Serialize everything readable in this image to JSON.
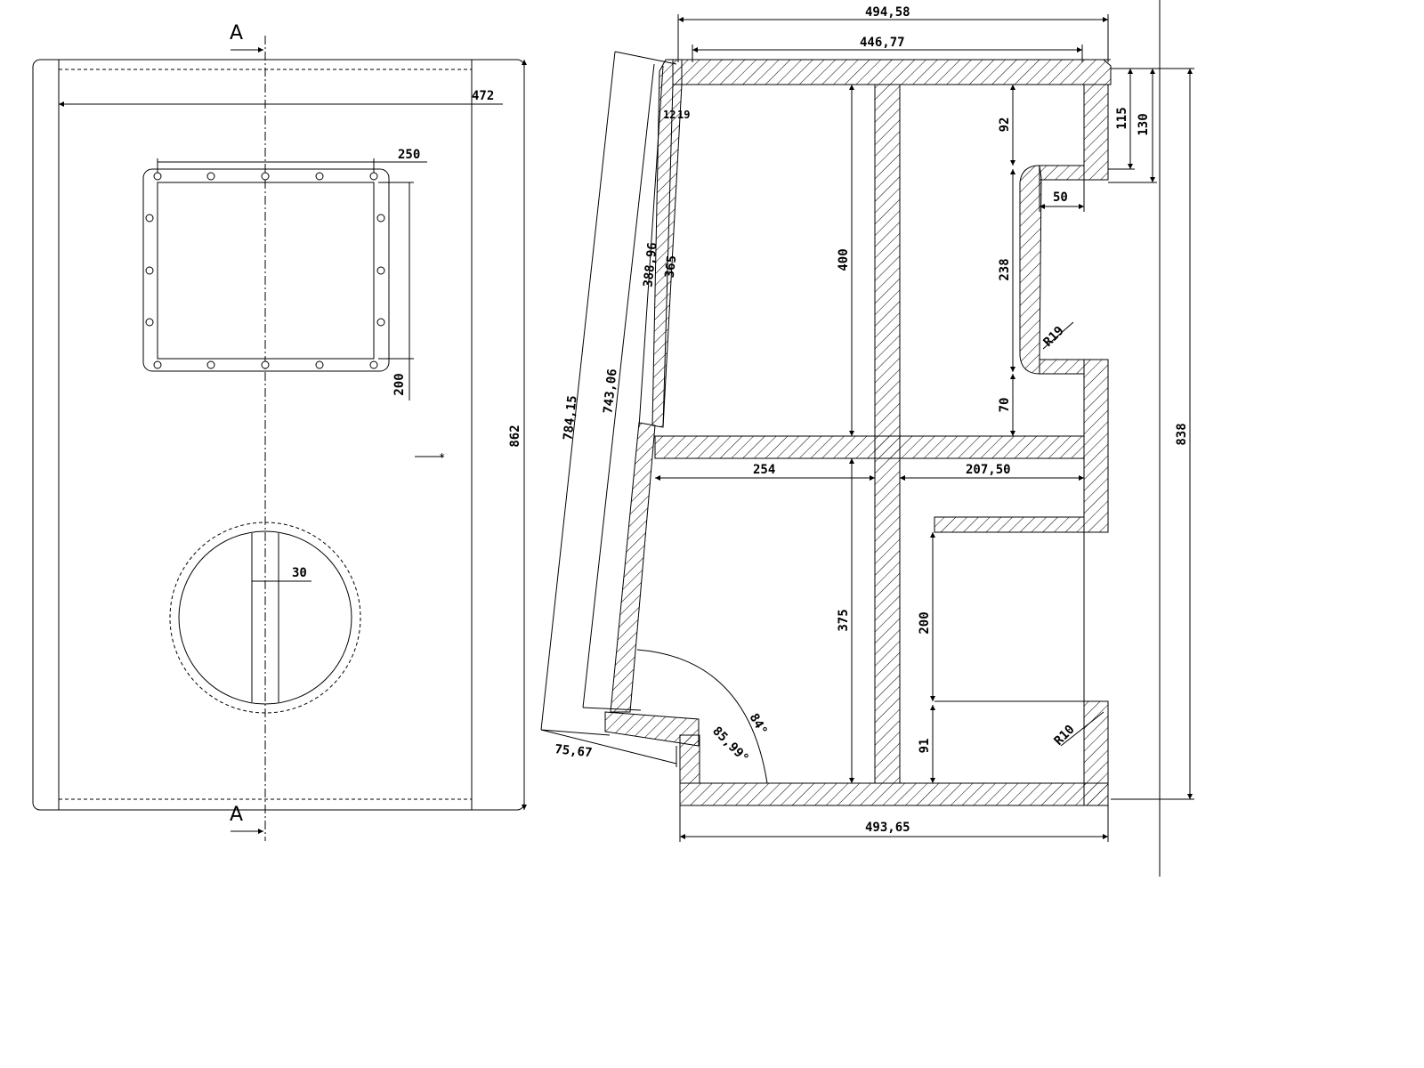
{
  "section_marks": {
    "top": "A",
    "bottom": "A"
  },
  "front_view": {
    "dims": {
      "width": "472",
      "height": "862",
      "opening_width": "250",
      "opening_height": "200",
      "port_brace": "30"
    }
  },
  "section_view": {
    "dims": {
      "top_overall": "494,58",
      "top_inner": "446,77",
      "bottom_overall": "493,65",
      "height_right": "838",
      "slant_outer": "784,15",
      "slant_inner": "743,06",
      "slant_upper_outer": "388,96",
      "slant_upper_inner": "365",
      "panel_12": "12",
      "panel_19": "19",
      "upper_chamber_height": "400",
      "lower_chamber_height": "375",
      "shelf_left": "254",
      "shelf_right": "207,50",
      "step_92": "92",
      "step_238": "238",
      "step_70": "70",
      "step_50": "50",
      "right_115": "115",
      "right_130": "130",
      "radius_19": "R19",
      "radius_10": "R10",
      "port_200": "200",
      "port_91": "91",
      "base_75": "75,67",
      "angle_84": "84°",
      "angle_86": "85,99°"
    }
  }
}
